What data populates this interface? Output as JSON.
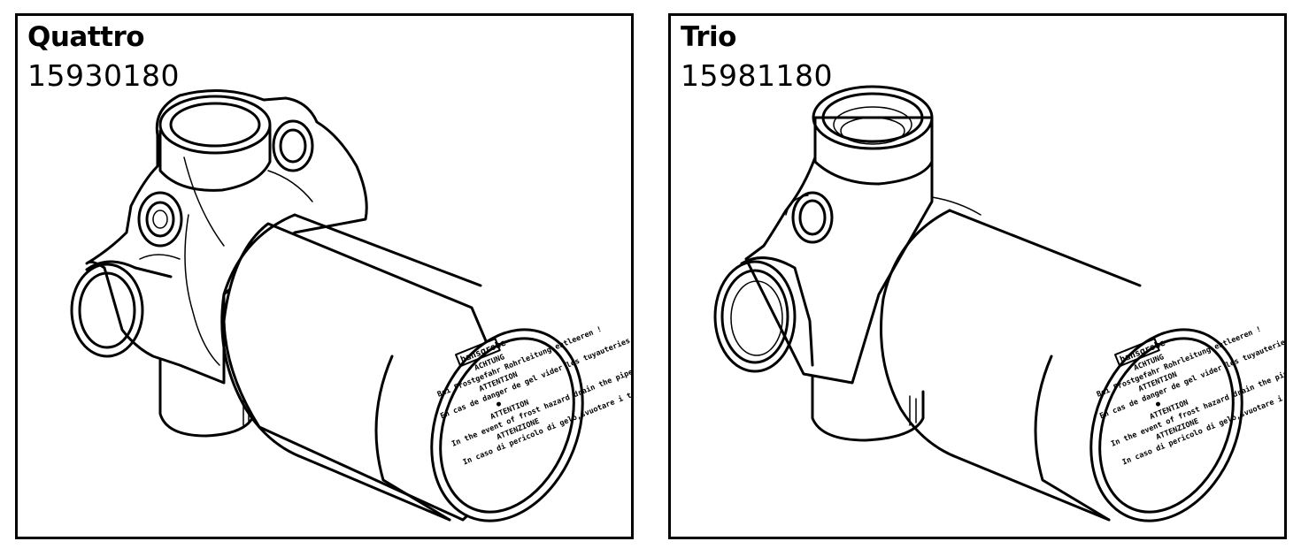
{
  "panels": [
    {
      "title": "Quattro",
      "code": "15930180"
    },
    {
      "title": "Trio",
      "code": "15981180"
    }
  ],
  "cap_label": {
    "brand": "hansgrohe",
    "lines": [
      "ACHTUNG",
      "Bei Frostgefahr Rohrleitung entleeren !",
      "ATTENTION",
      "En cas de danger de gel vider les tuyauteries !",
      "ATTENTION",
      "In the event of frost hazard drain the pipes !",
      "ATTENZIONE",
      "In caso di pericolo di gelo,svuotare i tubi !"
    ]
  }
}
